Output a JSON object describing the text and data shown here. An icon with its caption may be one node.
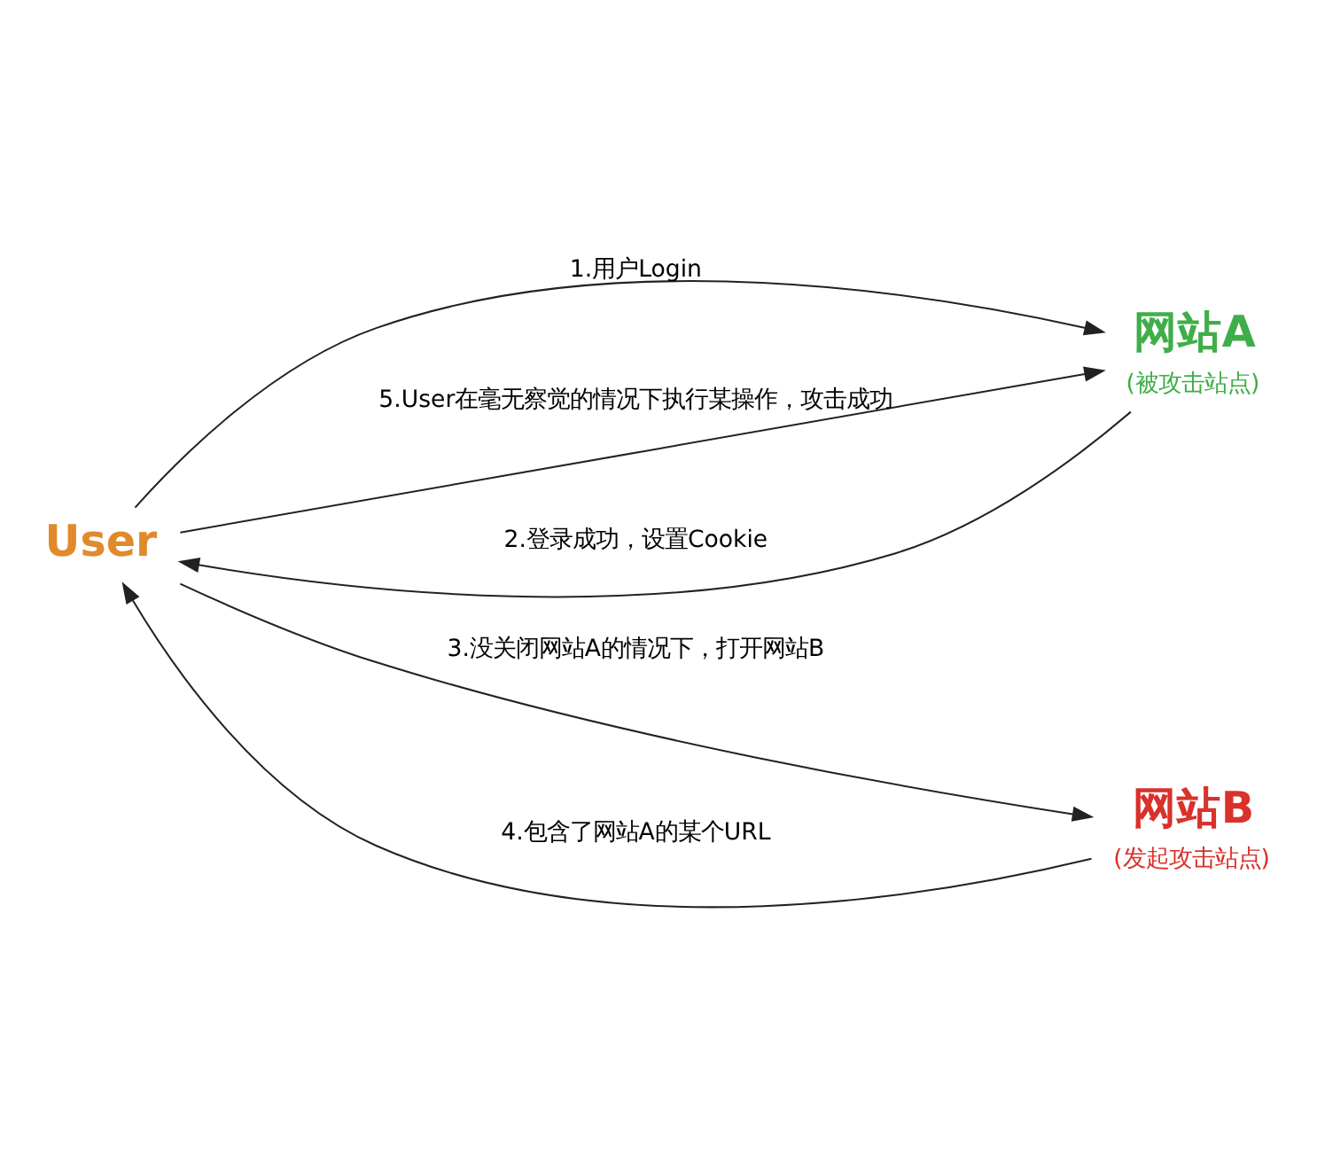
{
  "diagram": {
    "nodes": [
      {
        "text": [
          "User"
        ]
      },
      {
        "text": [
          "网站A",
          "(被攻击站点)"
        ]
      },
      {
        "text": [
          "网站B",
          "(发起攻击站点)"
        ]
      }
    ],
    "edges": [
      {
        "from": 0,
        "to": 1,
        "arrow": "to",
        "label": "1.用户Login"
      },
      {
        "from": 1,
        "to": 0,
        "arrow": "to",
        "label": "2.登录成功，设置Cookie"
      },
      {
        "from": 0,
        "to": 2,
        "arrow": "to",
        "label": "3.没关闭网站A的情况下，打开网站B"
      },
      {
        "from": 2,
        "to": 0,
        "arrow": "to",
        "label": "4.包含了网站A的某个URL"
      },
      {
        "from": 0,
        "to": 1,
        "arrow": "to",
        "label": "5.User在毫无察觉的情况下执行某操作，攻击成功"
      }
    ]
  }
}
